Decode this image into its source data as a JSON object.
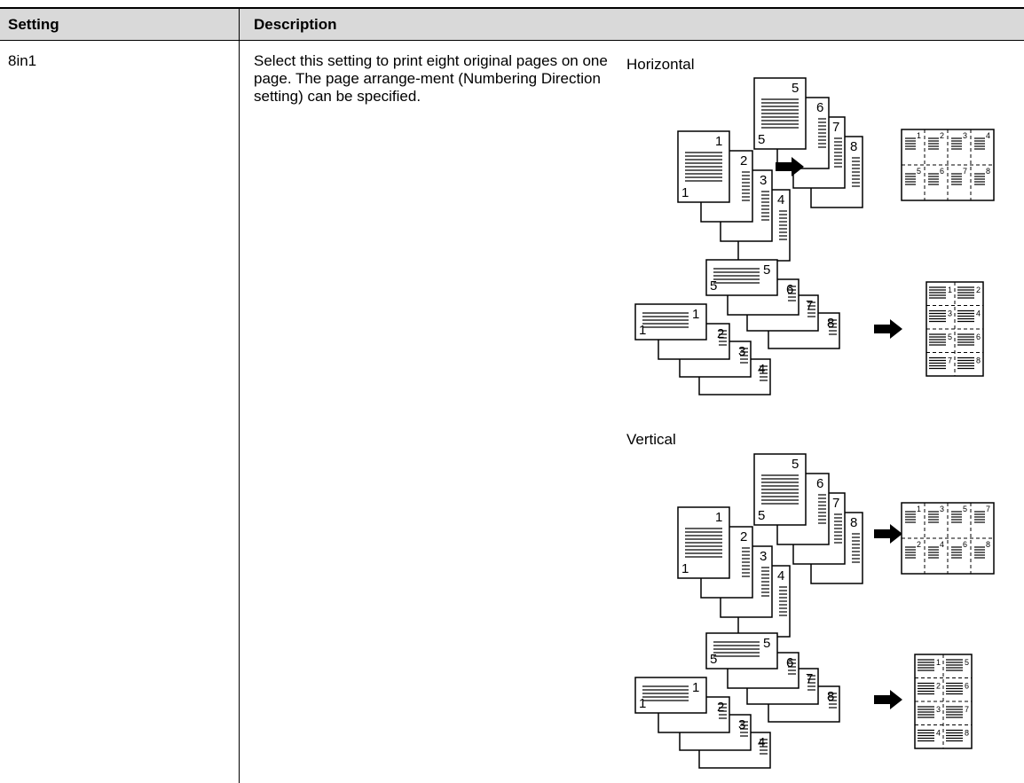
{
  "table": {
    "header": {
      "setting": "Setting",
      "description": "Description"
    },
    "row": {
      "setting": "8in1",
      "description": "Select this setting to print eight original pages on one page. The page arrange-ment (Numbering Direction setting) can be specified."
    }
  },
  "diagrams": {
    "horizontal_label": "Horizontal",
    "vertical_label": "Vertical",
    "page_numbers": [
      "1",
      "2",
      "3",
      "4",
      "5",
      "6",
      "7",
      "8"
    ]
  }
}
